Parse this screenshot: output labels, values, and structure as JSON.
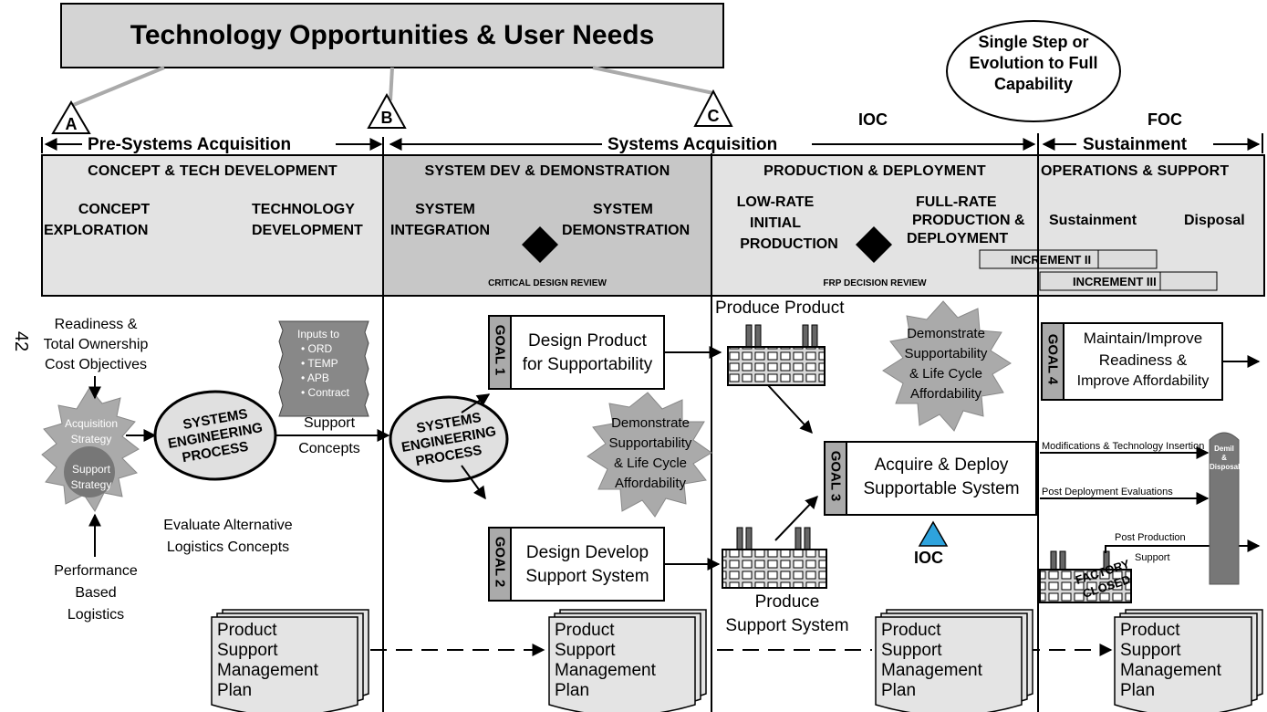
{
  "top_banner": "Technology Opportunities & User Needs",
  "capability_oval": [
    "Single Step or",
    "Evolution to Full",
    "Capability"
  ],
  "milestones": {
    "a": "A",
    "b": "B",
    "c": "C"
  },
  "markers": {
    "ioc": "IOC",
    "foc": "FOC"
  },
  "spans": {
    "pre_systems": "Pre-Systems Acquisition",
    "systems": "Systems Acquisition",
    "sustainment": "Sustainment"
  },
  "phases": {
    "concept": {
      "title": "CONCEPT & TECH DEVELOPMENT",
      "left": [
        "CONCEPT",
        "EXPLORATION"
      ],
      "right": [
        "TECHNOLOGY",
        "DEVELOPMENT"
      ]
    },
    "sdd": {
      "title": "SYSTEM DEV & DEMONSTRATION",
      "left": [
        "SYSTEM",
        "INTEGRATION"
      ],
      "right": [
        "SYSTEM",
        "DEMONSTRATION"
      ],
      "review": "CRITICAL DESIGN REVIEW"
    },
    "production": {
      "title": "PRODUCTION  & DEPLOYMENT",
      "left": [
        "LOW-RATE",
        "INITIAL",
        "PRODUCTION"
      ],
      "right": [
        "FULL-RATE",
        "PRODUCTION &",
        "DEPLOYMENT"
      ],
      "review": "FRP DECISION REVIEW"
    },
    "operations": {
      "title": "OPERATIONS & SUPPORT",
      "left": "Sustainment",
      "right": "Disposal"
    }
  },
  "increments": {
    "ii": "INCREMENT II",
    "iii": "INCREMENT III"
  },
  "page_number": "42",
  "readiness": [
    "Readiness &",
    "Total Ownership",
    "Cost Objectives"
  ],
  "inputs_scroll": {
    "title": [
      "Inputs to"
    ],
    "items": [
      "ORD",
      "TEMP",
      "APB",
      "Contract"
    ]
  },
  "starburst_left": {
    "acquisition": [
      "Acquisition",
      "Strategy"
    ],
    "support": [
      "Support",
      "Strategy"
    ]
  },
  "se_process": [
    "SYSTEMS",
    "ENGINEERING",
    "PROCESS"
  ],
  "support_concepts": [
    "Support",
    "Concepts"
  ],
  "evaluate": [
    "Evaluate Alternative",
    "Logistics Concepts"
  ],
  "performance": [
    "Performance",
    "Based",
    "Logistics"
  ],
  "goals": {
    "g1": {
      "tag": "GOAL 1",
      "text": [
        "Design Product",
        "for Supportability"
      ]
    },
    "g2": {
      "tag": "GOAL 2",
      "text": [
        "Design Develop",
        "Support System"
      ]
    },
    "g3": {
      "tag": "GOAL 3",
      "text": [
        "Acquire & Deploy",
        "Supportable System"
      ]
    },
    "g4": {
      "tag": "GOAL 4",
      "text": [
        "Maintain/Improve",
        "Readiness &",
        "Improve Affordability"
      ]
    }
  },
  "demo_burst": [
    "Demonstrate",
    "Supportability",
    "& Life Cycle",
    "Affordability"
  ],
  "produce_product": "Produce Product",
  "produce_support": [
    "Produce",
    "Support  System"
  ],
  "ioc_label": "IOC",
  "factory_closed": [
    "FACTORY",
    "CLOSED"
  ],
  "sustain_arrows": {
    "mods": "Modifications & Technology Insertion",
    "post_deploy": "Post Deployment Evaluations",
    "post_prod": [
      "Post Production",
      "Support"
    ]
  },
  "demil": [
    "Demil",
    "&",
    "Disposal"
  ],
  "pspm": [
    "Product",
    "Support",
    "Management",
    "Plan"
  ],
  "colors": {
    "banner": "#d4d4d4",
    "phase": "#e3e3e3",
    "sdd_phase": "#c7c7c7",
    "burst": "#aaaaaa",
    "burst_dark": "#777777",
    "ioc_triangle": "#2ea3dd",
    "doc": "#e4e4e4"
  }
}
